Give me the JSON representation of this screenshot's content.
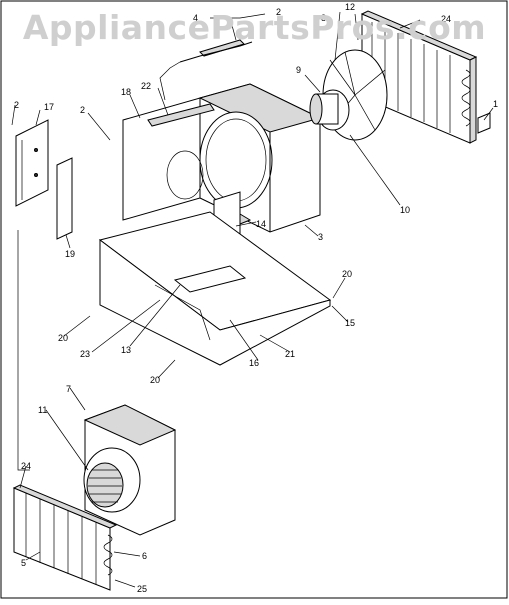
{
  "watermark": "AppliancePartsPros.com",
  "callouts": [
    {
      "id": "c2a",
      "text": "2"
    },
    {
      "id": "c4",
      "text": "4"
    },
    {
      "id": "c12",
      "text": "12"
    },
    {
      "id": "c24a",
      "text": "24"
    },
    {
      "id": "c8a",
      "text": "8"
    },
    {
      "id": "c9",
      "text": "9"
    },
    {
      "id": "c1",
      "text": "1"
    },
    {
      "id": "c22",
      "text": "22"
    },
    {
      "id": "c18",
      "text": "18"
    },
    {
      "id": "c2b",
      "text": "2"
    },
    {
      "id": "c17",
      "text": "17"
    },
    {
      "id": "c2c",
      "text": "2"
    },
    {
      "id": "c10",
      "text": "10"
    },
    {
      "id": "c14",
      "text": "14"
    },
    {
      "id": "c19",
      "text": "19"
    },
    {
      "id": "c3",
      "text": "3"
    },
    {
      "id": "c20a",
      "text": "20"
    },
    {
      "id": "c15",
      "text": "15"
    },
    {
      "id": "c20b",
      "text": "20"
    },
    {
      "id": "c23",
      "text": "23"
    },
    {
      "id": "c13",
      "text": "13"
    },
    {
      "id": "c16",
      "text": "16"
    },
    {
      "id": "c21",
      "text": "21"
    },
    {
      "id": "c20c",
      "text": "20"
    },
    {
      "id": "c7",
      "text": "7"
    },
    {
      "id": "c11",
      "text": "11"
    },
    {
      "id": "c24b",
      "text": "24"
    },
    {
      "id": "c6",
      "text": "6"
    },
    {
      "id": "c5",
      "text": "5"
    },
    {
      "id": "c25",
      "text": "25"
    }
  ]
}
